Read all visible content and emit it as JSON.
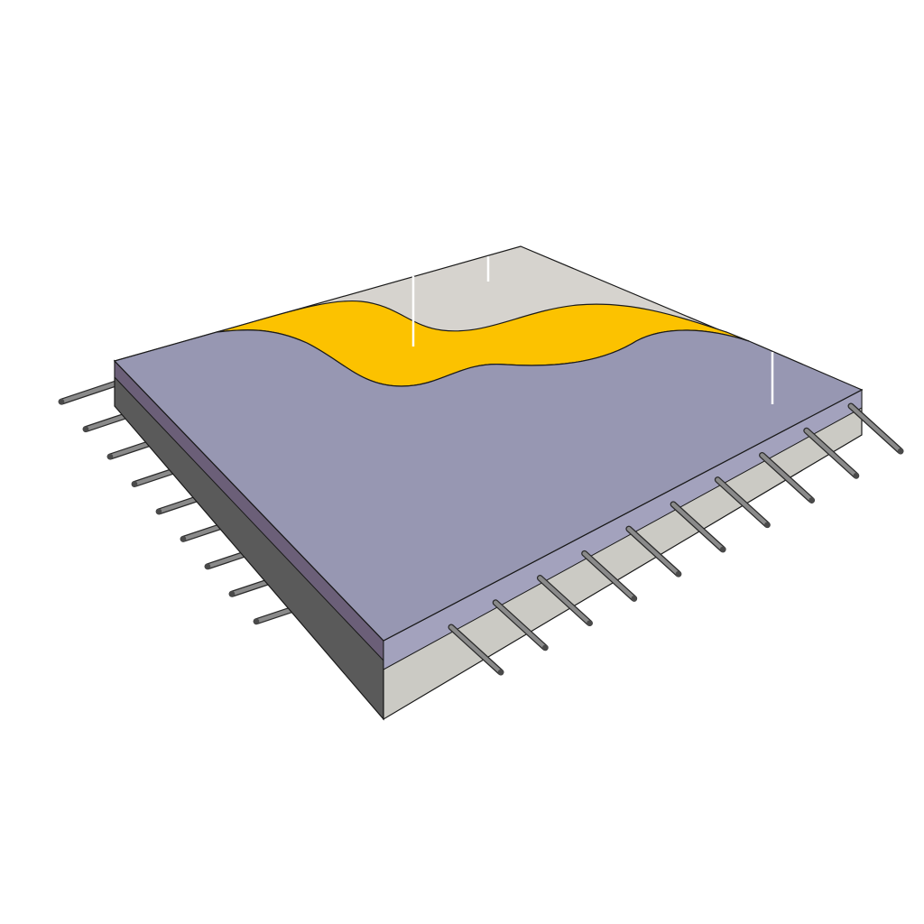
{
  "diagram": {
    "subject": "",
    "layers": [
      {
        "name": "top-membrane-layer",
        "color": "#9797b2"
      },
      {
        "name": "adhesive-strip-layer",
        "color": "#fcc200"
      },
      {
        "name": "base-board-layer",
        "color": "#d6d3ce"
      }
    ],
    "colors": {
      "background": "#ffffff",
      "outline": "#1a1a1a",
      "left_side_face": "#5a5a5a",
      "left_side_membrane": "#6b5f78",
      "front_side_face": "#cbcac4",
      "front_side_membrane": "#a3a2bd",
      "rod": "#8a8a8a",
      "rod_tip": "#4a4a4a",
      "crack_marks": "#ffffff"
    },
    "rod_counts": {
      "left_edge": 9,
      "front_edge": 10
    }
  }
}
